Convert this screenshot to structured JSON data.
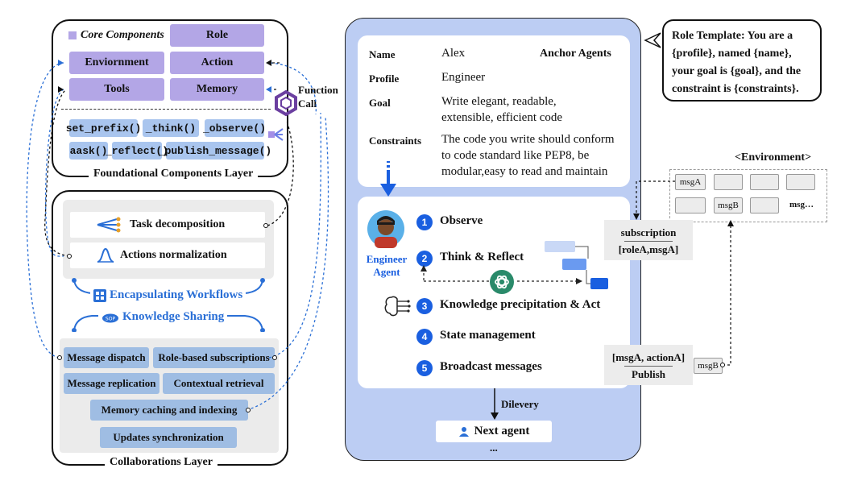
{
  "foundational": {
    "legend": "Core Components",
    "core": [
      "Role",
      "Enviornment",
      "Action",
      "Tools",
      "Memory"
    ],
    "functions": [
      "set_prefix()",
      "_think()",
      "_observe()",
      "aask()",
      "_reflect()",
      "_publish_message()"
    ],
    "function_call": "Function Call",
    "title": "Foundational Components Layer"
  },
  "collaboration": {
    "task_decomposition": "Task decomposition",
    "actions_normalization": "Actions normalization",
    "encapsulating": "Encapsulating Workflows",
    "knowledge": "Knowledge Sharing",
    "items": [
      "Message dispatch",
      "Role-based subscriptions",
      "Message replication",
      "Contextual retrieval",
      "Memory caching and indexing",
      "Updates synchronization"
    ],
    "title": "Collaborations Layer"
  },
  "agent": {
    "fields": {
      "name_key": "Name",
      "name_val": "Alex",
      "anchor": "Anchor Agents",
      "profile_key": "Profile",
      "profile_val": "Engineer",
      "goal_key": "Goal",
      "goal_val_1": "Write elegant, readable,",
      "goal_val_2": "extensible, efficient code",
      "constraints_key": "Constraints",
      "constraints_val_1": "The code you write should conform",
      "constraints_val_2": "to code standard like PEP8, be",
      "constraints_val_3": "modular,easy to read and maintain"
    },
    "engineer_label_1": "Engineer",
    "engineer_label_2": "Agent",
    "steps": [
      {
        "n": "1",
        "label": "Observe"
      },
      {
        "n": "2",
        "label": "Think & Reflect"
      },
      {
        "n": "3",
        "label": "Knowledge precipitation & Act"
      },
      {
        "n": "4",
        "label": "State management"
      },
      {
        "n": "5",
        "label": "Broadcast messages"
      }
    ],
    "dilevery": "Dilevery",
    "next_agent": "Next agent",
    "ellipsis": "..."
  },
  "role_template": {
    "line1": "Role Template: You are a",
    "line2": "{profile}, named {name},",
    "line3": "your goal is {goal}, and the",
    "line4": "constraint is {constraints}."
  },
  "environment": {
    "title": "<Environment>",
    "row1": [
      "msgA",
      "",
      "",
      ""
    ],
    "row2": [
      "",
      "msgB",
      "",
      "msg…"
    ],
    "subscription_1": "subscription",
    "subscription_2": "[roleA,msgA]",
    "publish_1": "[msgA, actionA]",
    "publish_2": "Publish",
    "msgB_tag": "msgB"
  },
  "colors": {
    "core_purple": "#b3a6e6",
    "function_blue": "#a9c5ee",
    "agent_panel": "#bccdf3",
    "step_blue": "#1a5fe0",
    "dotted_blue": "#2a6fd6"
  }
}
